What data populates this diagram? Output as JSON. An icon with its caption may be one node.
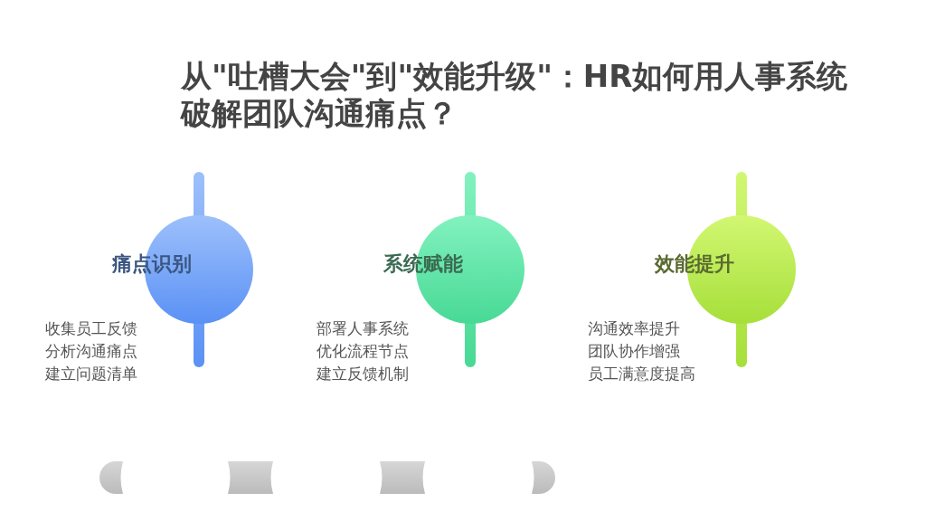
{
  "diagram": {
    "title": "从\"吐槽大会\"到\"效能升级\"：HR如何用人事系统破解团队沟通痛点？",
    "nodes": [
      {
        "text": [
          "痛点识别",
          "收集员工反馈",
          "分析沟通痛点",
          "建立问题清单"
        ]
      },
      {
        "text": [
          "系统赋能",
          "部署人事系统",
          "优化流程节点",
          "建立反馈机制"
        ]
      },
      {
        "text": [
          "效能提升",
          "沟通效率提升",
          "团队协作增强",
          "员工满意度提高"
        ]
      }
    ],
    "edges": []
  }
}
